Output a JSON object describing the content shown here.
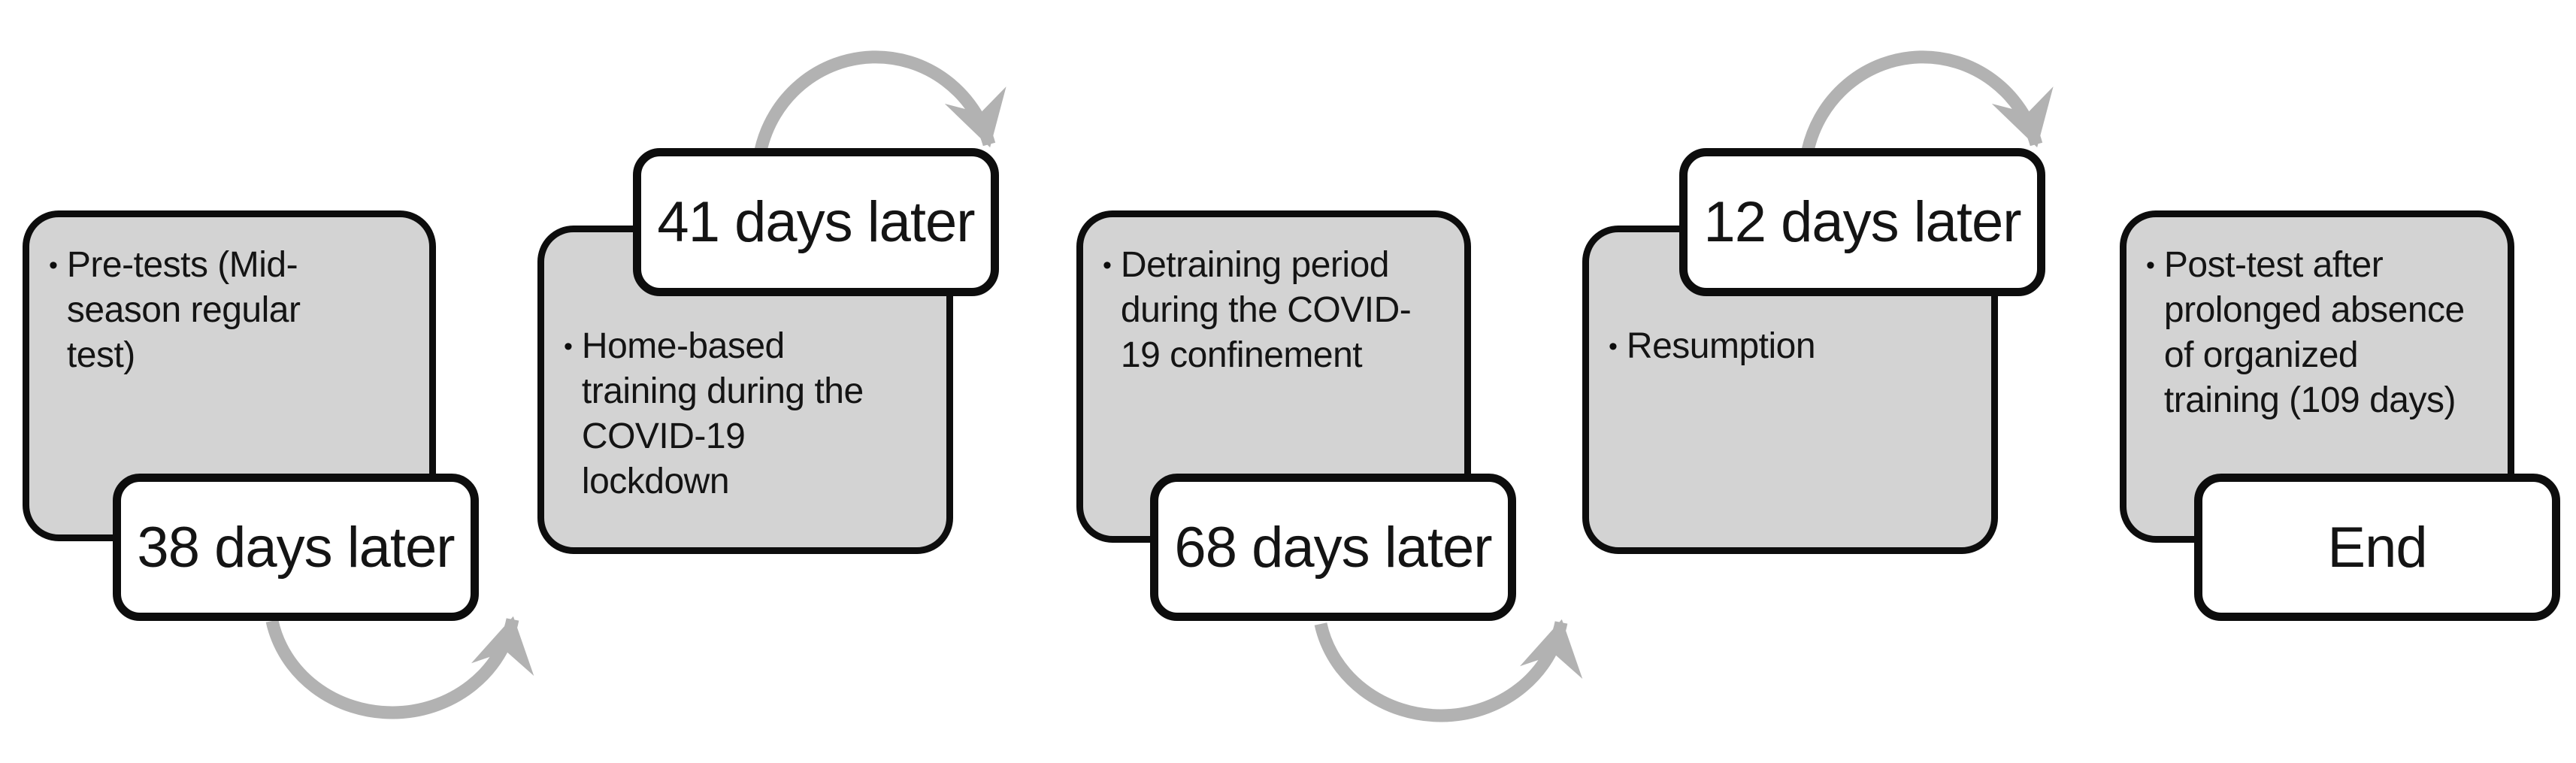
{
  "diagram": {
    "type": "process-timeline",
    "bullet_char": "•",
    "colors": {
      "box_fill": "#d3d3d3",
      "box_border": "#0d0d0d",
      "label_fill": "#ffffff",
      "label_border": "#0d0d0d",
      "arrow": "#b2b2b2",
      "text": "#141414",
      "background": "#ffffff"
    },
    "steps": [
      {
        "box_text": "Pre-tests (Mid-\nseason regular\ntest)",
        "label_text": "38 days later",
        "label_position": "bottom-right"
      },
      {
        "box_text": "Home-based\ntraining during the\nCOVID-19\nlockdown",
        "label_text": "41 days later",
        "label_position": "top-right"
      },
      {
        "box_text": "Detraining period\nduring the COVID-\n19 confinement",
        "label_text": "68 days later",
        "label_position": "bottom-right"
      },
      {
        "box_text": "Resumption",
        "label_text": "12 days later",
        "label_position": "top-right"
      },
      {
        "box_text": "Post-test after\nprolonged absence\nof organized\ntraining (109 days)",
        "label_text": "End",
        "label_position": "bottom-right"
      }
    ],
    "arrows": [
      {
        "from_step": 1,
        "to_step": 2,
        "curve": "bottom"
      },
      {
        "from_step": 2,
        "to_step": 3,
        "curve": "top"
      },
      {
        "from_step": 3,
        "to_step": 4,
        "curve": "bottom"
      },
      {
        "from_step": 4,
        "to_step": 5,
        "curve": "top"
      }
    ]
  }
}
